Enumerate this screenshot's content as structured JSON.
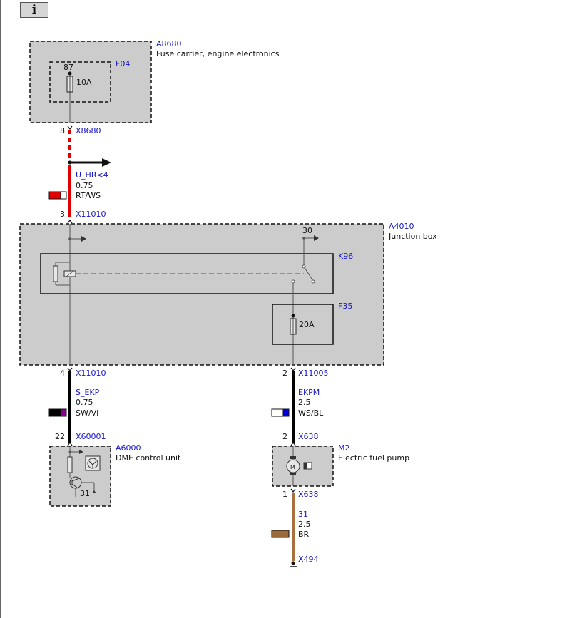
{
  "toolbar": {
    "info_label": "i"
  },
  "components": {
    "a8680": {
      "id": "A8680",
      "name": "Fuse carrier, engine electronics"
    },
    "f04": {
      "id": "F04",
      "pin": "87",
      "rating": "10A"
    },
    "a4010": {
      "id": "A4010",
      "name": "Junction box"
    },
    "k96": {
      "id": "K96",
      "pin": "30"
    },
    "f35": {
      "id": "F35",
      "rating": "20A"
    },
    "a6000": {
      "id": "A6000",
      "name": "DME control unit",
      "ground": "31"
    },
    "m2": {
      "id": "M2",
      "name": "Electric fuel pump",
      "motor": "M"
    }
  },
  "connectors": {
    "x8680": {
      "pin": "8",
      "id": "X8680"
    },
    "x11010_top": {
      "pin": "3",
      "id": "X11010"
    },
    "x11010_bottom": {
      "pin": "4",
      "id": "X11010"
    },
    "x11005": {
      "pin": "2",
      "id": "X11005"
    },
    "x60001": {
      "pin": "22",
      "id": "X60001"
    },
    "x638_top": {
      "pin": "2",
      "id": "X638"
    },
    "x638_bottom": {
      "pin": "1",
      "id": "X638"
    },
    "x494": {
      "id": "X494"
    }
  },
  "wires": {
    "u_hr": {
      "signal": "U_HR<4",
      "size": "0.75",
      "color": "RT/WS",
      "swatch": [
        "#e00000",
        "#ffffff"
      ]
    },
    "s_ekp": {
      "signal": "S_EKP",
      "size": "0.75",
      "color": "SW/VI",
      "swatch": [
        "#000000",
        "#8b008b"
      ]
    },
    "ekpm": {
      "signal": "EKPM",
      "size": "2.5",
      "color": "WS/BL",
      "swatch": [
        "#ffffff",
        "#0000e0"
      ]
    },
    "ground31": {
      "signal": "31",
      "size": "2.5",
      "color": "BR",
      "swatch": [
        "#9a6a3a",
        "#9a6a3a"
      ]
    }
  },
  "colors": {
    "label_blue": "#1515c8",
    "box_gray": "#cccccc",
    "wire_red": "#e00000",
    "wire_brown": "#a8703e"
  }
}
